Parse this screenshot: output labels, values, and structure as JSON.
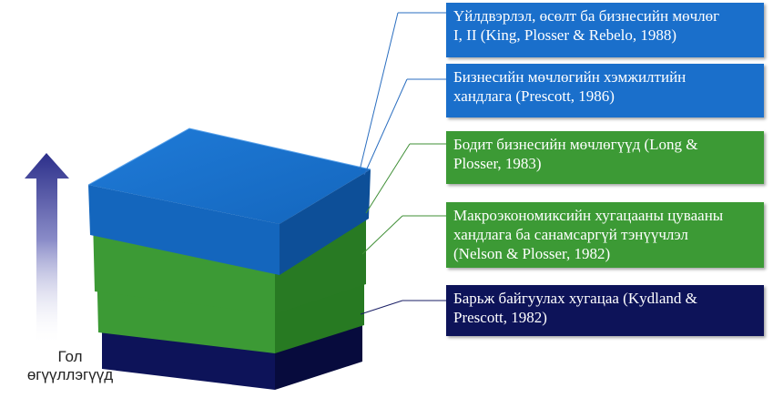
{
  "colors": {
    "blue": "#1a6fcb",
    "green": "#3c9a35",
    "navy": "#0d1359",
    "gray": "#c9c9c9",
    "line_blue": "#2a6ec0",
    "line_green": "#3f8f36",
    "line_navy": "#1a1f66"
  },
  "axis_caption": {
    "line1": "Гол",
    "line2": "өгүүллэгүүд"
  },
  "labels": [
    {
      "line1": "Үйлдвэрлэл, өсөлт ба бизнесийн мөчлөг",
      "line2": "I, II (King,  Plosser & Rebelo, 1988)",
      "color": "blue"
    },
    {
      "line1": "Бизнесийн мөчлөгийн хэмжилтийн",
      "line2": "хандлага (Prescott, 1986)",
      "color": "blue"
    },
    {
      "line1": "Бодит бизнесийн мөчлөгүүд (Long &",
      "line2": "Plosser, 1983)",
      "color": "green"
    },
    {
      "line1": "Макроэкономиксийн хугацааны цувааны",
      "line2": "хандлага ба санамсаргүй тэнүүчлэл",
      "line3": "(Nelson & Plosser, 1982)",
      "color": "green"
    },
    {
      "line1": "Барьж байгуулах хугацаа (Kydland &",
      "line2": "Prescott, 1982)",
      "color": "navy"
    }
  ]
}
